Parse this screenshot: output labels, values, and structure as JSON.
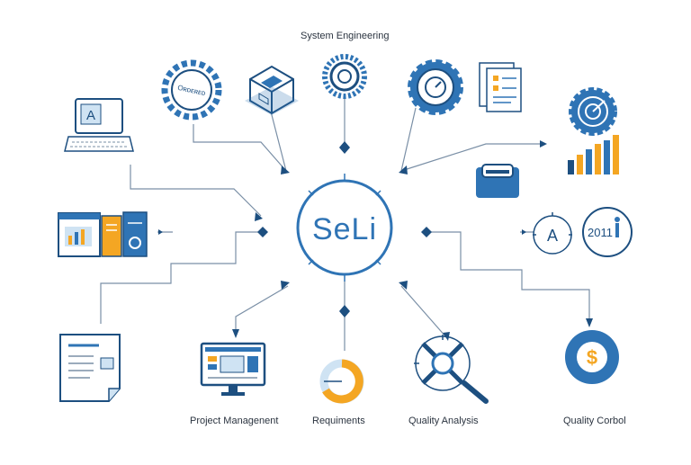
{
  "diagram": {
    "title": "System Engineering",
    "hub": {
      "text": "SeLi"
    },
    "labels": {
      "project_management": "Project Managenent",
      "requirements": "Requiments",
      "quality_analysis": "Quality Analysis",
      "quality_control": "Quality Corbol"
    },
    "icon_text": {
      "gear_badge": "Oʀᴅᴇʀᴇᴅ",
      "laptop_glyph": "A",
      "compass_glyph": "A",
      "year_badge": "2011",
      "coin_glyph": "$"
    },
    "colors": {
      "primary_blue": "#2f74b5",
      "dark_blue": "#1d4f80",
      "light_blue": "#cfe3f3",
      "accent_orange": "#f4a623",
      "line": "#7a8fa6",
      "text": "#2b3440"
    }
  }
}
